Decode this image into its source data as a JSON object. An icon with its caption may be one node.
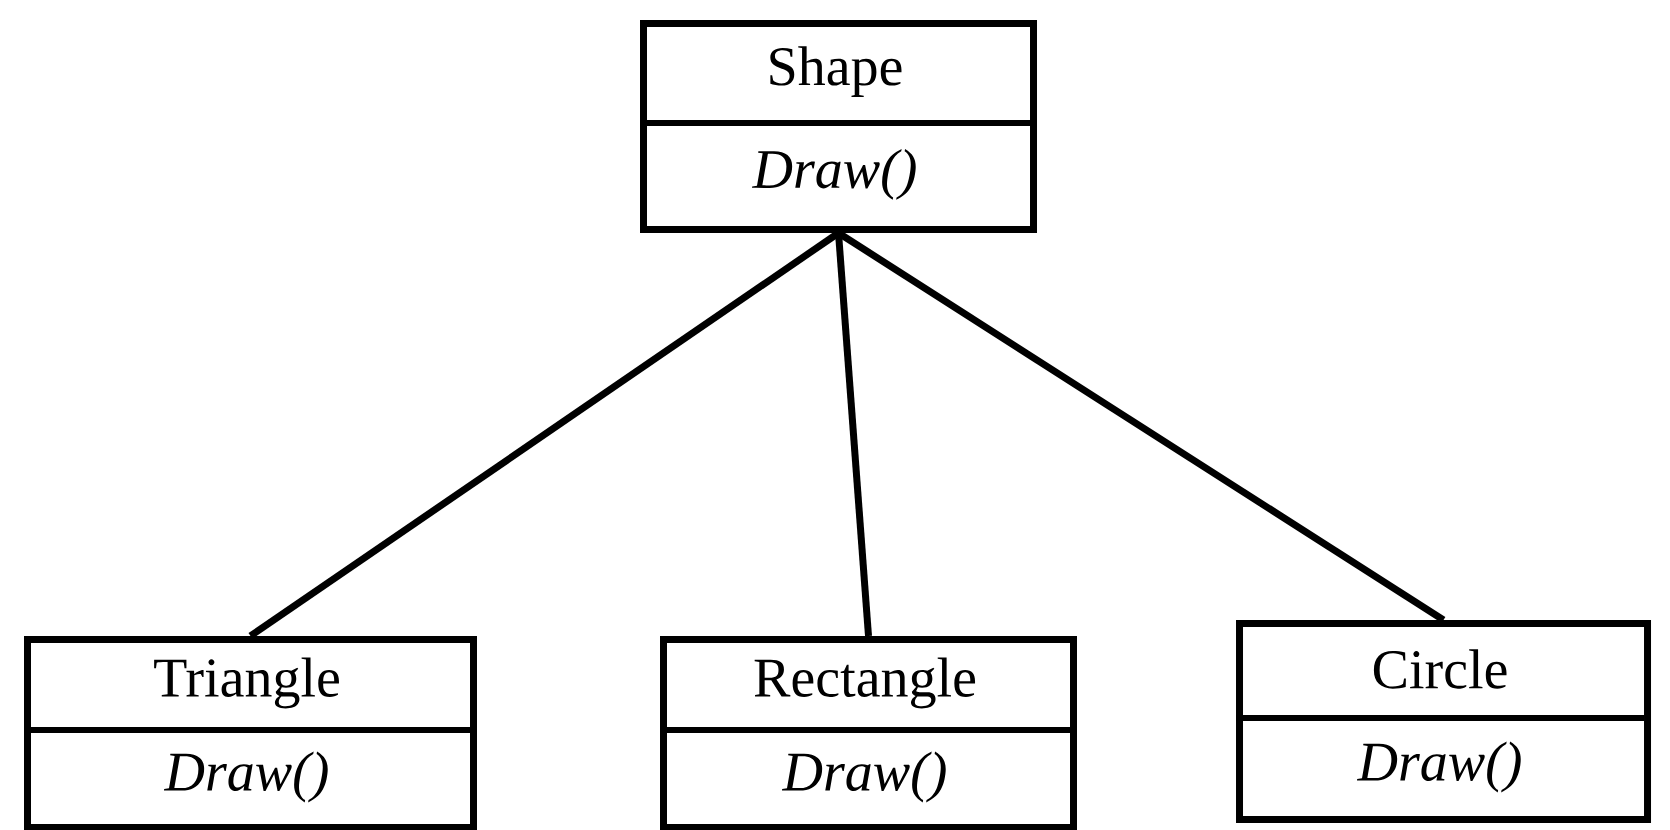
{
  "diagram": {
    "nodes": [
      {
        "text": [
          "Shape",
          "Draw()"
        ]
      },
      {
        "text": [
          "Triangle",
          "Draw()"
        ]
      },
      {
        "text": [
          "Rectangle",
          "Draw()"
        ]
      },
      {
        "text": [
          "Circle",
          "Draw()"
        ]
      }
    ],
    "edges": [
      {
        "from": 0,
        "to": 1,
        "arrow": "none"
      },
      {
        "from": 0,
        "to": 2,
        "arrow": "none"
      },
      {
        "from": 0,
        "to": 3,
        "arrow": "none"
      }
    ]
  }
}
